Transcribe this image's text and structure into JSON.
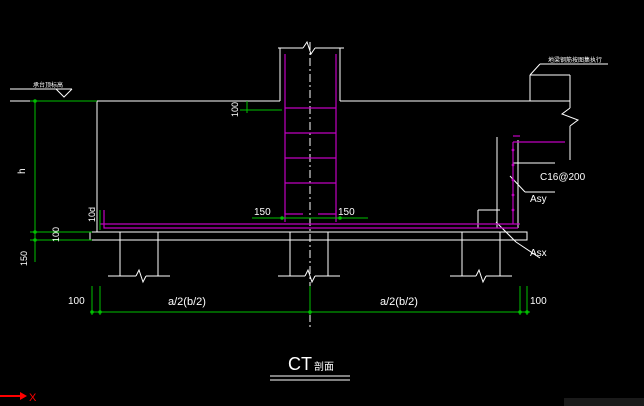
{
  "drawing": {
    "title": "CT",
    "title_suffix": "剖面",
    "top_left_note": "承台顶标高",
    "top_right_note": "地梁钢筋按图集执行",
    "rebar_label": "C16@200",
    "asy_label": "Asy",
    "asx_label": "Asx",
    "dim_h": "h",
    "dim_100_top": "100",
    "dim_10d": "10d",
    "dim_100_left": "100",
    "dim_150_left": "150",
    "dim_150_a": "150",
    "dim_150_b": "150",
    "dim_100_bottom_left": "100",
    "dim_100_bottom_right": "100",
    "dim_half_left": "a/2(b/2)",
    "dim_half_right": "a/2(b/2)",
    "axis_label": "X"
  },
  "colors": {
    "background": "#000000",
    "line": "#ffffff",
    "rebar": "#c000c0",
    "dimension": "#00c000",
    "axis": "#ff0000"
  }
}
